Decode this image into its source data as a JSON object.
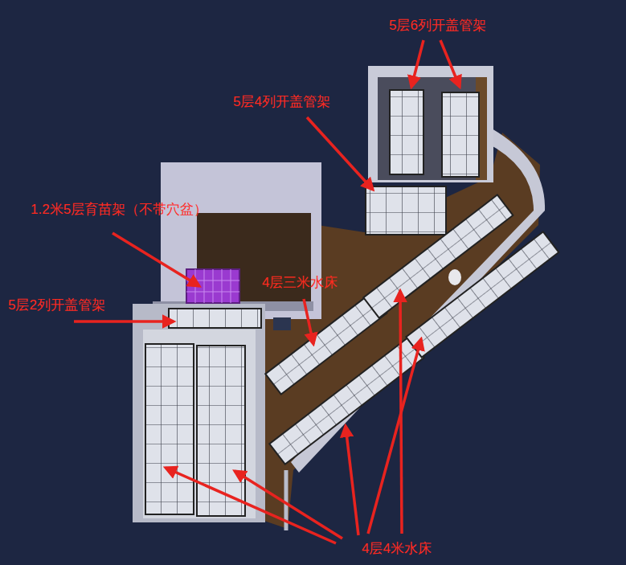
{
  "diagram": {
    "labels": [
      "5层6列开盖管架",
      "5层4列开盖管架",
      "1.2米5层育苗架（不带穴盆）",
      "5层2列开盖管架",
      "4层三米水床",
      "4层4米水床"
    ]
  }
}
